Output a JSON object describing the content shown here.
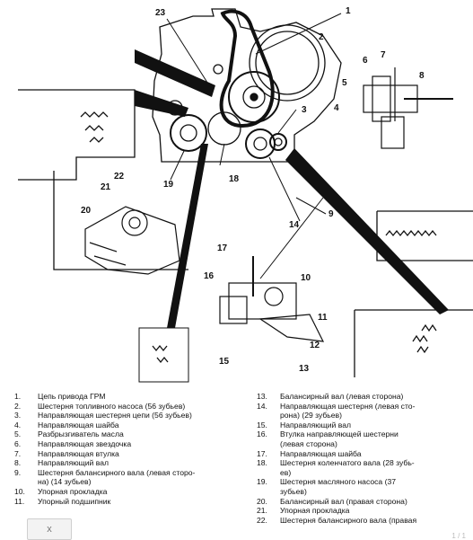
{
  "callouts": [
    "1",
    "2",
    "3",
    "4",
    "5",
    "6",
    "7",
    "8",
    "9",
    "10",
    "11",
    "12",
    "13",
    "14",
    "15",
    "16",
    "17",
    "18",
    "19",
    "20",
    "21",
    "22",
    "23"
  ],
  "legend_left": [
    {
      "num": "1.",
      "text": "Цепь привода ГРМ"
    },
    {
      "num": "2.",
      "text": "Шестерня топливного насоса (56 зубьев)"
    },
    {
      "num": "3.",
      "text": "Направляющая шестерня цепи (56 зубьев)"
    },
    {
      "num": "4.",
      "text": "Направляющая шайба"
    },
    {
      "num": "5.",
      "text": "Разбрызгиватель масла"
    },
    {
      "num": "6.",
      "text": "Направляющая звездочка"
    },
    {
      "num": "7.",
      "text": "Направляющая втулка"
    },
    {
      "num": "8.",
      "text": "Направляющий вал"
    },
    {
      "num": "9.",
      "text": "Шестерня балансирного вала (левая сторо-"
    },
    {
      "num": "",
      "text": "на) (14 зубьев)"
    },
    {
      "num": "10.",
      "text": "Упорная прокладка"
    },
    {
      "num": "11.",
      "text": "Упорный подшипник"
    }
  ],
  "legend_right": [
    {
      "num": "13.",
      "text": "Балансирный вал (левая сторона)"
    },
    {
      "num": "14.",
      "text": "Направляющая шестерня (левая сто-"
    },
    {
      "num": "",
      "text": "рона) (29 зубьев)"
    },
    {
      "num": "15.",
      "text": "Направляющий вал"
    },
    {
      "num": "16.",
      "text": "Втулка направляющей шестерни"
    },
    {
      "num": "",
      "text": "(левая сторона)"
    },
    {
      "num": "17.",
      "text": "Направляющая шайба"
    },
    {
      "num": "18.",
      "text": "Шестерня коленчатого вала (28 зубь-"
    },
    {
      "num": "",
      "text": "ев)"
    },
    {
      "num": "19.",
      "text": "Шестерня масляного насоса (37"
    },
    {
      "num": "",
      "text": "зубьев)"
    },
    {
      "num": "20.",
      "text": "Балансирный вал (правая сторона)"
    },
    {
      "num": "21.",
      "text": "Упорная прокладка"
    },
    {
      "num": "22.",
      "text": "Шестерня балансирного вала (правая"
    }
  ],
  "close_label": "x",
  "pager_text": "1 / 1"
}
